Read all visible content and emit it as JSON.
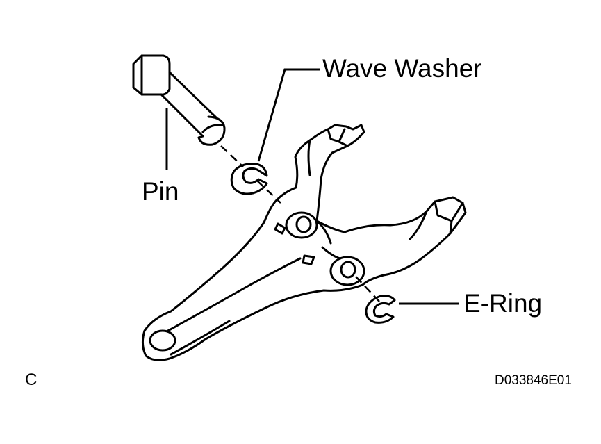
{
  "labels": {
    "wave_washer": "Wave Washer",
    "pin": "Pin",
    "e_ring": "E-Ring",
    "corner_code": "C",
    "figure_code": "D033846E01"
  },
  "colors": {
    "ink": "#000000",
    "background": "#ffffff"
  }
}
